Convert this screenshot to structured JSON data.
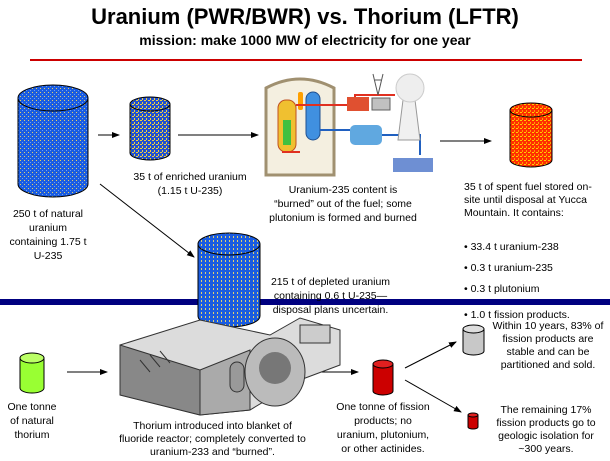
{
  "title": "Uranium (PWR/BWR) vs. Thorium (LFTR)",
  "subtitle": "mission: make 1000 MW of electricity for one year",
  "uranium": {
    "natural": "250 t of natural uranium containing 1.75 t U-235",
    "enriched": [
      "35 t of enriched uranium",
      "(1.15 t U-235)"
    ],
    "reactor_caption": "Uranium-235 content is “burned” out of the fuel; some plutonium is formed and burned",
    "depleted": "215 t of depleted uranium containing 0.6 t U-235—disposal plans uncertain.",
    "spent": "35 t of spent fuel stored on-site until disposal at Yucca Mountain.  It contains:",
    "spent_items": [
      "33.4 t uranium-238",
      "0.3 t uranium-235",
      "0.3 t plutonium",
      "1.0 t fission products."
    ]
  },
  "thorium": {
    "natural": "One tonne of natural thorium",
    "reactor_caption": "Thorium introduced into blanket of fluoride reactor; completely converted to uranium-233 and “burned”.",
    "fission": "One tonne of fission products; no uranium, plutonium, or other actinides.",
    "stable": "Within 10 years, 83% of fission products are stable and can be partitioned and sold.",
    "remaining": "The remaining 17% fission products go to geologic isolation for ~300 years."
  },
  "colors": {
    "rule_red": "#cc0000",
    "band_navy": "#000080",
    "uranium_blue": "#1a5ce0",
    "spent_red": "#ff2a00",
    "thorium_green": "#99ff33",
    "fission_red": "#cc0000",
    "stable_gray": "#c8c8c8"
  }
}
